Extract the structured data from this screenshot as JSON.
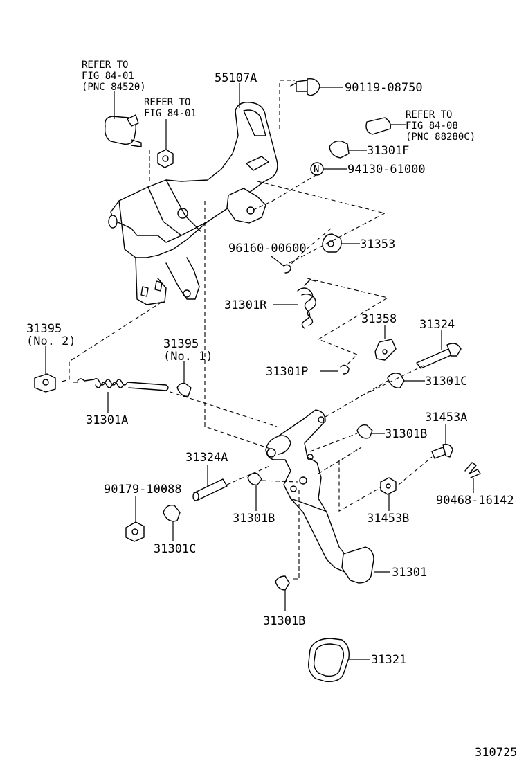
{
  "diagram": {
    "figure_number": "310725",
    "labels": {
      "p55107A": "55107A",
      "p90119": "90119-08750",
      "p31301F": "31301F",
      "p94130": "94130-61000",
      "p96160": "96160-00600",
      "p31353": "31353",
      "p31301R": "31301R",
      "p31358": "31358",
      "p31324": "31324",
      "p31301P": "31301P",
      "p31301C_top": "31301C",
      "p31395_no2": "31395",
      "p31395_no2_sub": "(No. 2)",
      "p31395_no1": "31395",
      "p31395_no1_sub": "(No. 1)",
      "p31301A": "31301A",
      "p31453A": "31453A",
      "p31301B_right": "31301B",
      "p31324A": "31324A",
      "p90179": "90179-10088",
      "p31301B_mid": "31301B",
      "p31453B": "31453B",
      "p90468": "90468-16142",
      "p31301C_bottom": "31301C",
      "p31301": "31301",
      "p31301B_bottom": "31301B",
      "p31321": "31321",
      "n_symbol": "N"
    },
    "references": {
      "ref1_line1": "REFER TO",
      "ref1_line2": "FIG 84-01",
      "ref1_line3": "(PNC 84520)",
      "ref2_line1": "REFER TO",
      "ref2_line2": "FIG 84-01",
      "ref3_line1": "REFER TO",
      "ref3_line2": "FIG 84-08",
      "ref3_line3": "(PNC 88280C)"
    }
  }
}
